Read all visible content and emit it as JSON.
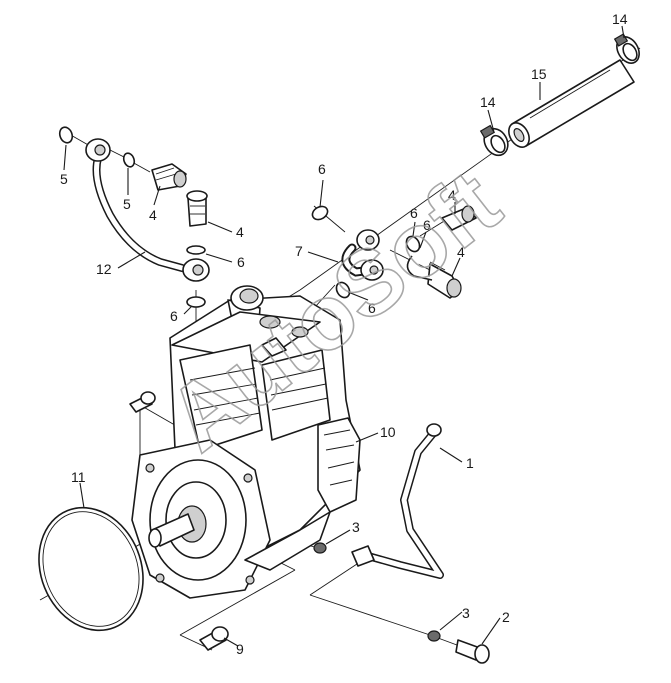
{
  "watermark": {
    "text": "AutoSoft"
  },
  "callouts": {
    "c1": "1",
    "c2": "2",
    "c3a": "3",
    "c3b": "3",
    "c4a": "4",
    "c4b": "4",
    "c4c": "4",
    "c4d": "4",
    "c5a": "5",
    "c5b": "5",
    "c6a": "6",
    "c6b": "6",
    "c6c": "6",
    "c6d": "6",
    "c6e": "6",
    "c6f": "6",
    "c7": "7",
    "c9": "9",
    "c10": "10",
    "c11": "11",
    "c12": "12",
    "c14a": "14",
    "c14b": "14",
    "c15": "15"
  }
}
